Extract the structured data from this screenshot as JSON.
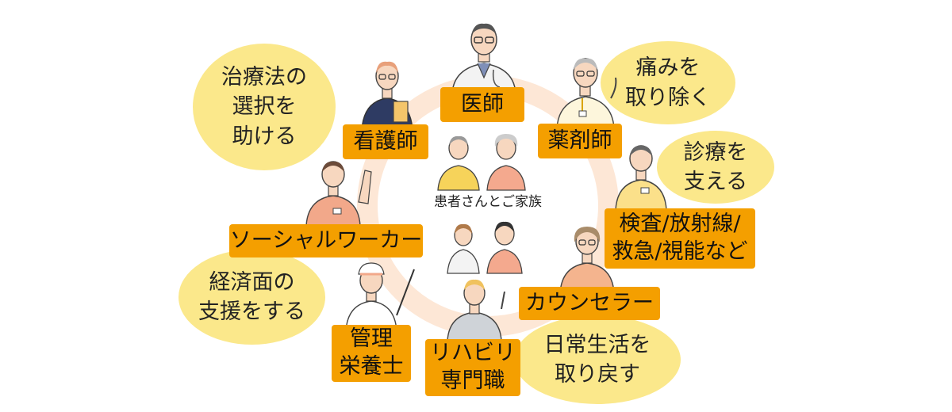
{
  "center": {
    "label": "患者さんとご家族"
  },
  "roles": {
    "doctor": "医師",
    "nurse": "看護師",
    "pharmacist": "薬剤師",
    "social_worker": "ソーシャルワーカー",
    "technician": "検査/放射線/\n救急/視能など",
    "counselor": "カウンセラー",
    "dietitian": "管理\n栄養士",
    "rehab": "リハビリ\n専門職"
  },
  "bubbles": {
    "treatment_choice": "治療法の\n選択を\n助ける",
    "pain_relief": "痛みを\n取り除く",
    "support_care": "診療を\n支える",
    "financial": "経済面の\n支援をする",
    "daily_life": "日常生活を\n取り戻す"
  },
  "colors": {
    "bubble": "#fbe88b",
    "role_tag": "#f49f00",
    "ring": "#fde7d6"
  }
}
